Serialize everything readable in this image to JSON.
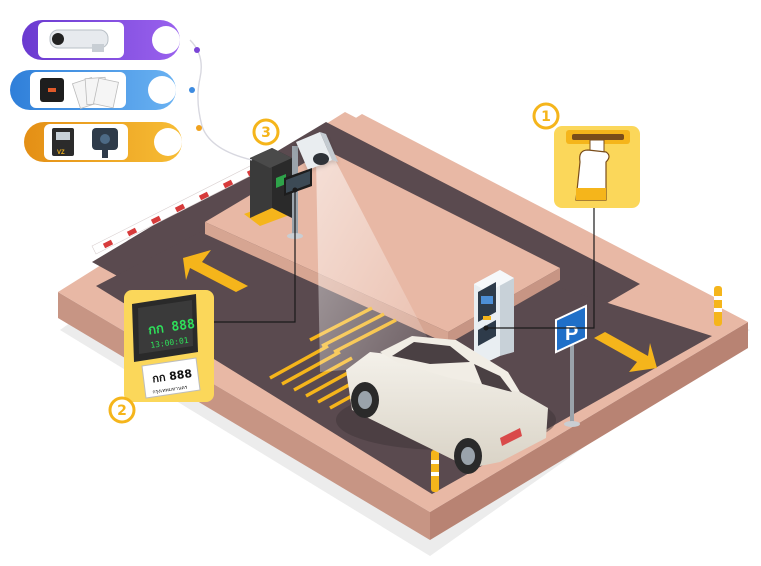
{
  "diagram": {
    "markers": [
      "1",
      "2",
      "3"
    ],
    "display_board": {
      "plate": "กก 888",
      "time": "13:00:01"
    },
    "plate_card": {
      "plate": "กก 888",
      "province": "กรุงเทพมหานคร"
    },
    "sign_letter": "P",
    "vendor_mark": "VZ"
  },
  "colors": {
    "road": "#5a4a4f",
    "curb": "#e8b8a5",
    "accent_yellow": "#f5b51b",
    "pill_purple": "#7a45d6",
    "pill_blue": "#3d8be0",
    "pill_orange": "#f0a21f",
    "led_green": "#2ee05a"
  }
}
